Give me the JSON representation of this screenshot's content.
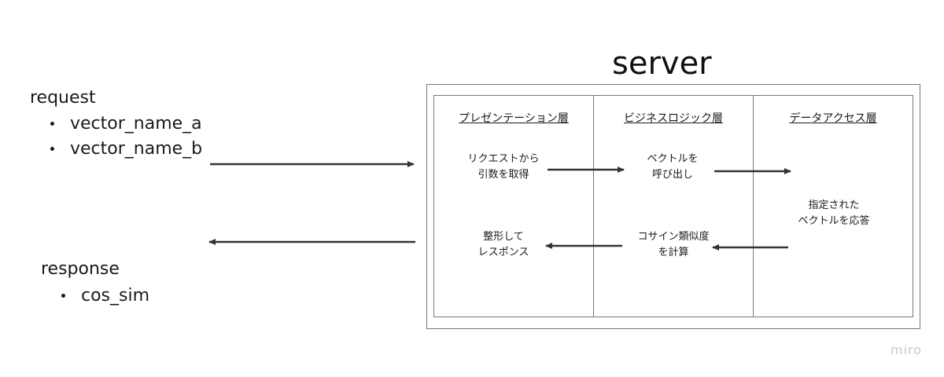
{
  "request": {
    "label": "request",
    "items": [
      "vector_name_a",
      "vector_name_b"
    ]
  },
  "response": {
    "label": "response",
    "items": [
      "cos_sim"
    ]
  },
  "server": {
    "title": "server",
    "layers": [
      {
        "title": "プレゼンテーション層"
      },
      {
        "title": "ビジネスロジック層"
      },
      {
        "title": "データアクセス層"
      }
    ],
    "nodes": {
      "get_args": [
        "リクエストから",
        "引数を取得"
      ],
      "call_vectors": [
        "ベクトルを",
        "呼び出し"
      ],
      "respond_vectors": [
        "指定された",
        "ベクトルを応答"
      ],
      "calc_cos": [
        "コサイン類似度",
        "を計算"
      ],
      "format_response": [
        "整形して",
        "レスポンス"
      ]
    }
  },
  "watermark": "miro",
  "colors": {
    "arrow": "#333333",
    "border": "#777777",
    "watermark": "#c8c8c8"
  }
}
